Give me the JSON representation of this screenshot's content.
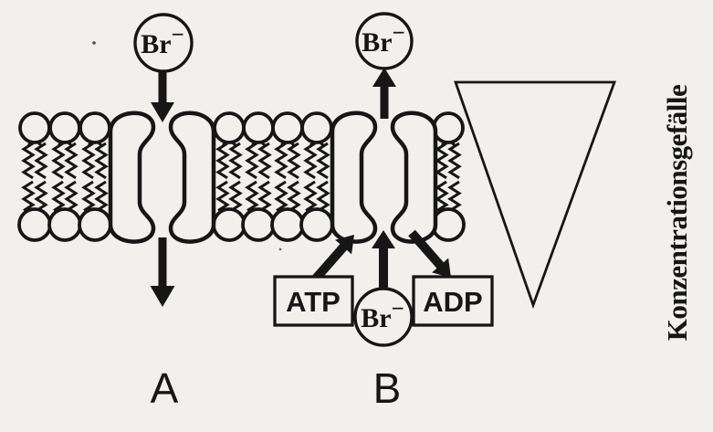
{
  "figure": {
    "ion_label": {
      "symbol": "Br",
      "charge": "−"
    },
    "atp_label": "ATP",
    "adp_label": "ADP",
    "panel_a_label": "A",
    "panel_b_label": "B",
    "gradient_label": "Konzentrationsgefälle",
    "colors": {
      "background": "#f1f0ec",
      "ink": "#161616"
    }
  }
}
